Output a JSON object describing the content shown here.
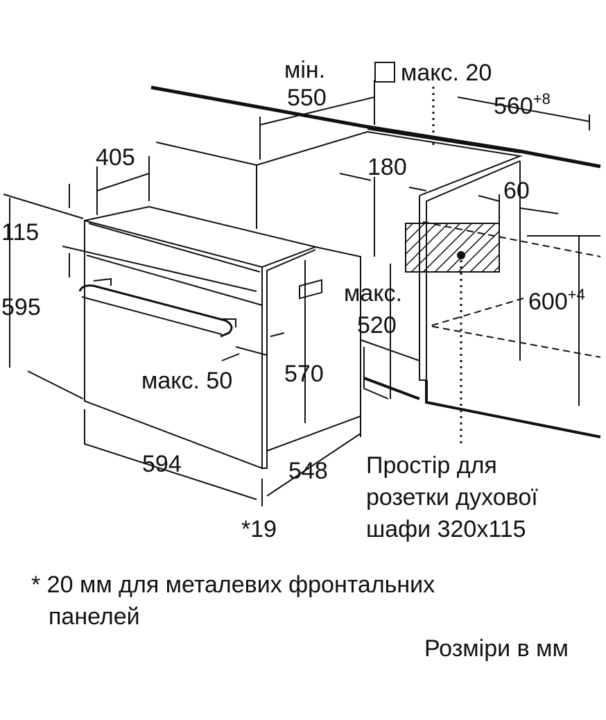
{
  "labels": {
    "min": "мін.",
    "d550": "550",
    "max20": "макс. 20",
    "d560": "560",
    "d560_tol": "+8",
    "d405": "405",
    "d180": "180",
    "d60": "60",
    "d115": "115",
    "d595": "595",
    "max_label": "макс.",
    "d520": "520",
    "d600": "600",
    "d600_tol": "+4",
    "max50": "макс. 50",
    "d570": "570",
    "d594": "594",
    "d548": "548",
    "star19": "*19"
  },
  "socket_note": [
    "Простір для",
    "розетки духової",
    "шафи 320x115"
  ],
  "footnote": [
    "* 20 мм для металевих фронтальних",
    "панелей"
  ],
  "units_note": "Розміри в мм"
}
